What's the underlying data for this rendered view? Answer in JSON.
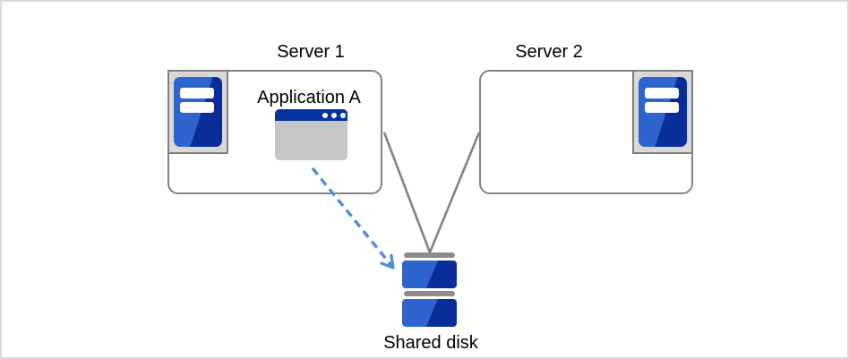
{
  "diagram": {
    "labels": {
      "server1": "Server 1",
      "server2": "Server 2",
      "application": "Application A",
      "shared_disk": "Shared disk"
    },
    "nodes": [
      {
        "id": "server1",
        "label": "Server 1",
        "icon": "server-tower-icon",
        "icon_position": "top-left"
      },
      {
        "id": "server2",
        "label": "Server 2",
        "icon": "server-tower-icon",
        "icon_position": "top-right"
      },
      {
        "id": "application-a",
        "label": "Application A",
        "icon": "application-window-icon",
        "inside": "server1"
      },
      {
        "id": "shared-disk",
        "label": "Shared disk",
        "icon": "shared-disk-icon"
      }
    ],
    "connections": [
      {
        "from": "server1",
        "to": "shared-disk",
        "style": "solid",
        "color": "#838383"
      },
      {
        "from": "server2",
        "to": "shared-disk",
        "style": "solid",
        "color": "#838383"
      },
      {
        "from": "application-a",
        "to": "shared-disk",
        "style": "dashed-arrow",
        "color": "#4a90d5"
      }
    ],
    "colors": {
      "page_border": "#d9d9d9",
      "box_border": "#838383",
      "connector_gray": "#838383",
      "arrow_blue": "#4a90d5",
      "icon_blue_light": "#2e64cd",
      "icon_blue_dark": "#0a2e99",
      "titlebar_blue": "#04339c",
      "window_body_gray": "#c6c6c6",
      "icon_frame_fill": "#d9d9d9",
      "icon_frame_border": "#7f7f7f",
      "disk_bar_gray": "#8c8c8c",
      "text": "#000000"
    }
  }
}
